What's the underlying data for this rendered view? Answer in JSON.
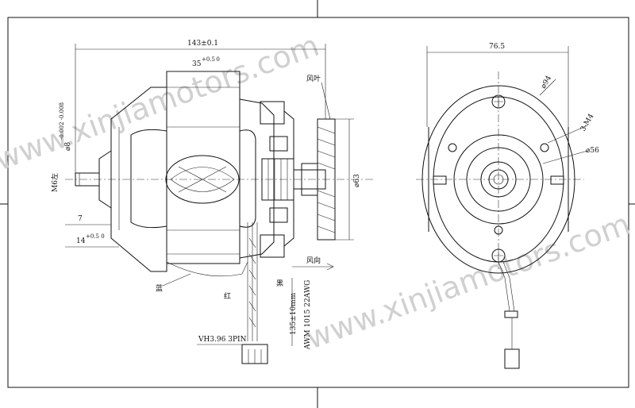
{
  "side_view": {
    "overall_length": "143±0.1",
    "stack_height_base": "35",
    "stack_height_tol": "+0.5 0",
    "shaft_dia_base": "⌀8",
    "shaft_dia_tol": "-0.002 -0.008",
    "shaft_label": "M6左",
    "dim_7": "7",
    "dim_14_base": "14",
    "dim_14_tol": "+0.5 0",
    "fan_label": "风叶",
    "fan_dia": "⌀63",
    "airflow_label": "风向",
    "wire_blue": "蓝",
    "wire_red": "红",
    "wire_black": "黑",
    "wire_length": "135±10mm",
    "wire_spec": "AWM 1015 22AWG",
    "connector": "VH3.96  3PIN"
  },
  "front_view": {
    "width": "76.5",
    "dia_94": "⌀94",
    "holes": "3-M4",
    "dia_56": "⌀56"
  },
  "watermark": "www.xinjiamotors.com"
}
